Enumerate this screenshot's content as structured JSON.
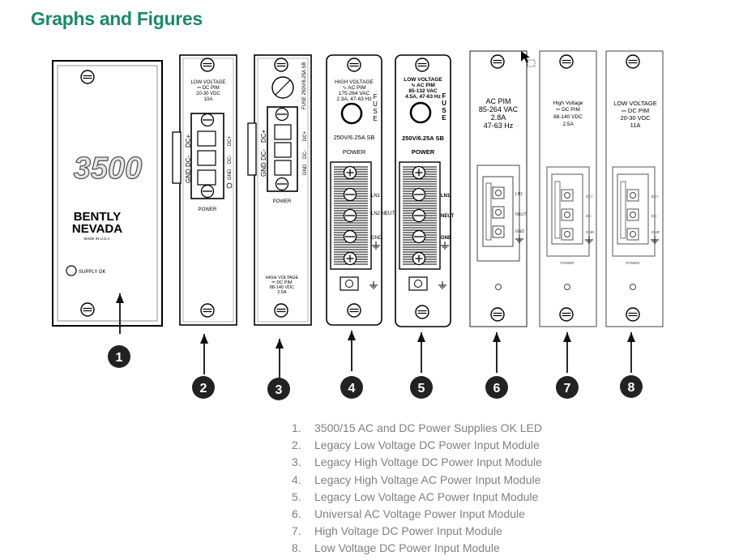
{
  "page": {
    "title": "Graphs and Figures"
  },
  "modules": [
    {
      "number": "1",
      "brand_model": "3500",
      "brand_line1": "BENTLY",
      "brand_line2": "NEVADA",
      "made_in": "MADE IN U.S.A.",
      "led_label": "SUPPLY OK"
    },
    {
      "number": "2",
      "top_label": [
        "LOW VOLTAGE",
        "⎓ DC PIM",
        "20-30 VDC",
        "10A"
      ],
      "pins": [
        "DC+",
        "DC-",
        "GND"
      ],
      "power": "POWER"
    },
    {
      "number": "3",
      "fuse": "FUSE 250V/6.25A SB",
      "pins": [
        "DC+",
        "DC-",
        "GND"
      ],
      "power": "POWER",
      "bottom_label": [
        "HIGH VOLTAGE",
        "⎓ DC PIM",
        "88-140 VDC",
        "2.5A"
      ]
    },
    {
      "number": "4",
      "top_label": [
        "HIGH VOLTAGE",
        "∿ AC PIM",
        "175-264 VAC",
        "2.3A, 47-63 Hz"
      ],
      "fuse_letters": [
        "F",
        "U",
        "S",
        "E"
      ],
      "fuse_rating": "250V/6.25A SB",
      "power": "POWER",
      "terminals": [
        "LN1",
        "LN2 NEUT",
        "GND"
      ]
    },
    {
      "number": "5",
      "top_label": [
        "LOW VOLTAGE",
        "∿ AC PIM",
        "85-132 VAC",
        "4.5A, 47-63 Hz"
      ],
      "fuse_letters": [
        "F",
        "U",
        "S",
        "E"
      ],
      "fuse_rating": "250V/6.25A SB",
      "power": "POWER",
      "terminals": [
        "LN1",
        "NEUT",
        "GND"
      ]
    },
    {
      "number": "6",
      "top_label": [
        "AC PIM",
        "85-264 VAC",
        "2.8A",
        "47-63 Hz"
      ],
      "terminals": [
        "LN1",
        "NEUT",
        "GND"
      ]
    },
    {
      "number": "7",
      "top_label": [
        "High Voltage",
        "⎓ DC PIM",
        "88-140 VDC",
        "2.5A"
      ],
      "terminals": [
        "DC+",
        "DC-",
        "GND"
      ],
      "power": "POWER"
    },
    {
      "number": "8",
      "top_label": [
        "LOW VOLTAGE",
        "⎓ DC PIM",
        "20-30 VDC",
        "11A"
      ],
      "terminals": [
        "DC+",
        "DC-",
        "GND"
      ],
      "power": "POWER"
    }
  ],
  "legend": [
    {
      "num": "1.",
      "text": "3500/15 AC and DC Power Supplies OK LED"
    },
    {
      "num": "2.",
      "text": "Legacy Low Voltage DC Power Input Module"
    },
    {
      "num": "3.",
      "text": "Legacy High Voltage DC Power Input Module"
    },
    {
      "num": "4.",
      "text": "Legacy High Voltage AC Power Input Module"
    },
    {
      "num": "5.",
      "text": "Legacy Low Voltage AC Power Input Module"
    },
    {
      "num": "6.",
      "text": "Universal AC Voltage Power Input Module"
    },
    {
      "num": "7.",
      "text": "High Voltage DC Power Input Module"
    },
    {
      "num": "8.",
      "text": "Low Voltage DC Power Input Module"
    }
  ]
}
